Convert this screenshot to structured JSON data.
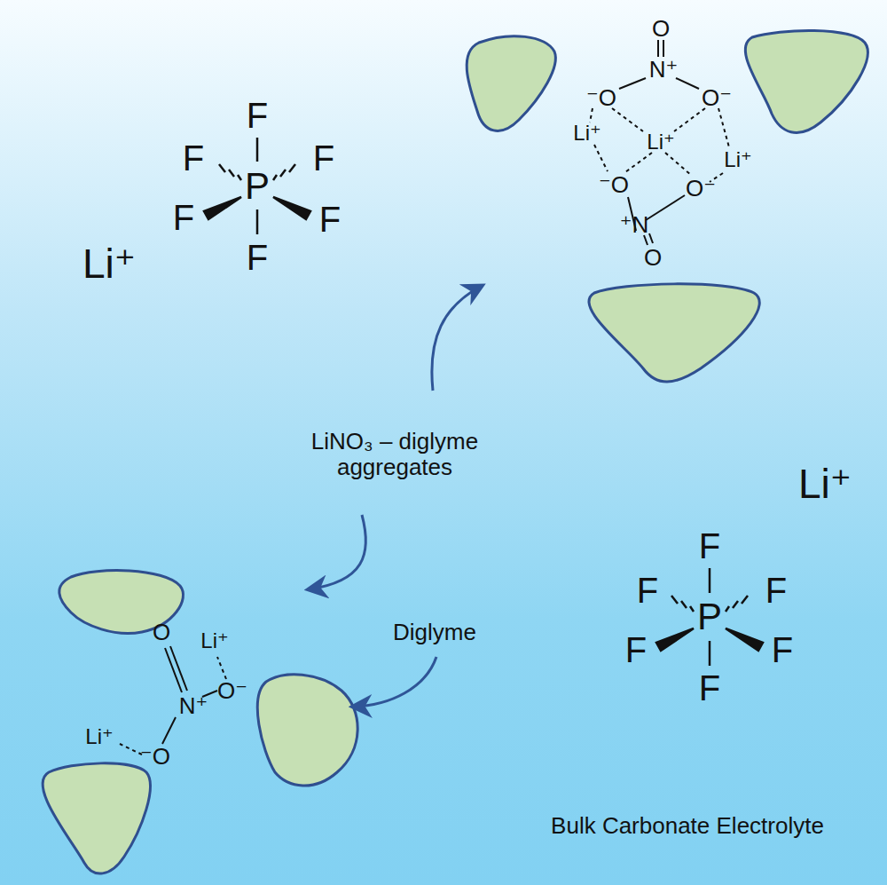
{
  "diagram": {
    "labels": [
      "F",
      "F",
      "F",
      "P",
      "F",
      "F",
      "F",
      "Li⁺",
      "O",
      "N⁺",
      "⁻O",
      "O⁻",
      "Li⁺",
      "Li⁺",
      "Li⁺",
      "⁻O",
      "O⁻",
      "⁺N",
      "O",
      "LiNO₃ – diglyme aggregates",
      "Li⁺",
      "F",
      "F",
      "F",
      "P",
      "F",
      "F",
      "F",
      "O",
      "Li⁺",
      "N⁺",
      "O⁻",
      "Li⁺",
      "⁻O",
      "Diglyme",
      "Bulk Carbonate Electrolyte"
    ]
  }
}
